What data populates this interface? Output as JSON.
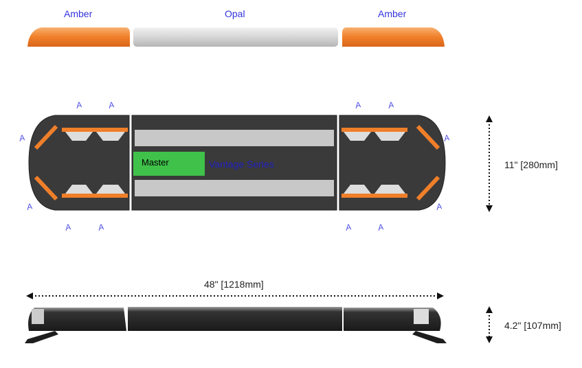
{
  "lens_labels": {
    "left": "Amber",
    "center": "Opal",
    "right": "Amber"
  },
  "top_view": {
    "module_label": "Master",
    "series_label": "Vantage Series",
    "marker_label": "A"
  },
  "dimensions": {
    "depth": "11\" [280mm]",
    "length": "48\" [1218mm]",
    "height": "4.2\" [107mm]"
  },
  "colors": {
    "amber": "#f07f2a",
    "opal": "#d9d9d9",
    "housing": "#3a3a3a",
    "board": "#3fc14a",
    "label": "#3333dd"
  }
}
